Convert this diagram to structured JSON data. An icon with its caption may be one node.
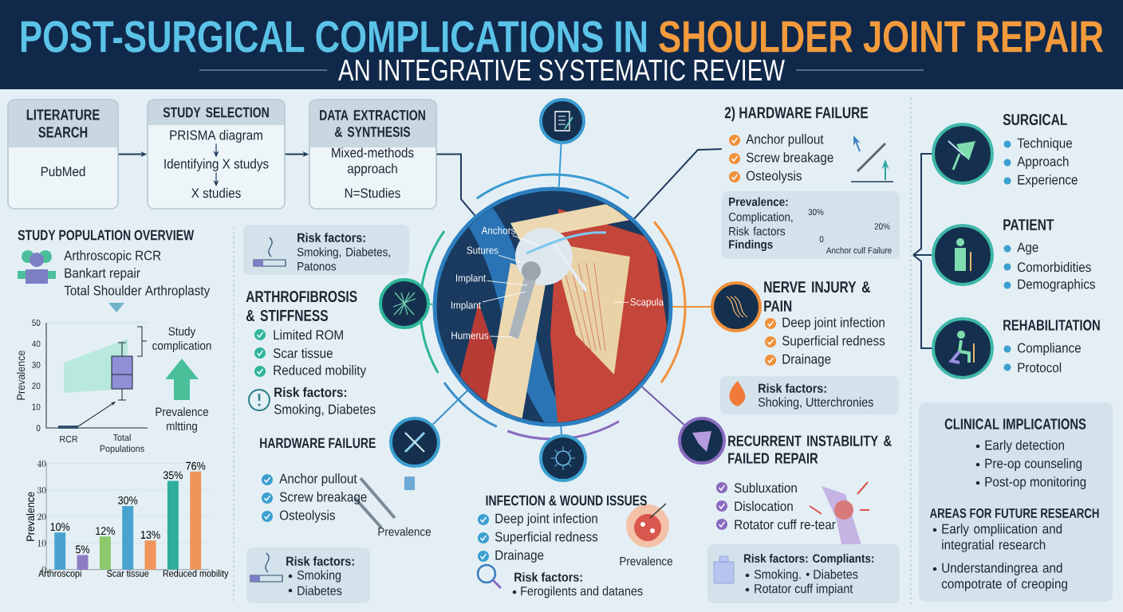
{
  "diagram": {
    "title": "POST-SURGICAL COMPLICATIONS IN",
    "nodes": [
      {
        "text": [
          "LITERATURE SEARCH",
          "PubMed"
        ]
      },
      {
        "text": [
          "STUDY SELECTION"
        ]
      },
      {
        "text": [
          "PRISMA diagram"
        ],
        "in": 1
      },
      {
        "text": [
          "Identifying X studys"
        ],
        "in": 1
      },
      {
        "text": [
          "X studies"
        ],
        "in": 1
      },
      {
        "text": [
          "DATA EXTRACTION & SYNTHESIS",
          "Mixed-methods approach",
          "N=Studies"
        ]
      },
      {
        "text": [],
        "shape": "picture"
      },
      {
        "text": [
          "Anchors"
        ],
        "in": 6
      },
      {
        "text": [
          "Sutures"
        ],
        "in": 6
      },
      {
        "text": [
          "Implant"
        ],
        "in": 6
      },
      {
        "text": [
          "Implant"
        ],
        "in": 6
      },
      {
        "text": [
          "Humerus"
        ],
        "in": 6
      },
      {
        "text": [
          "Scapula"
        ],
        "in": 6
      },
      {
        "text": [],
        "shape": "circle"
      },
      {
        "text": [],
        "shape": "circle",
        "beside": [
          "ARTHROFIBROSIS & STIFFNESS",
          "Limited ROM",
          "Scar tissue",
          "Reduced mobility",
          "Risk factors:",
          "Smoking, Diabetes"
        ]
      },
      {
        "text": [],
        "shape": "circle",
        "beside": [
          "HARDWARE FAILURE",
          "Anchor pullout",
          "Screw breakage",
          "Osteolysis"
        ]
      },
      {
        "text": [],
        "shape": "circle",
        "beside": [
          "INFECTION & WOUND ISSUES",
          "Deep joint infection",
          "Superficial redness",
          "Drainage",
          "Prevalence",
          "Risk factors:",
          "Ferogilents and datanes"
        ]
      },
      {
        "text": [],
        "shape": "circle",
        "beside": [
          "RECURRENT INSTABILITY & FAILED REPAIR",
          "Subluxation",
          "Dislocation",
          "Rotator cuff re-tear"
        ]
      },
      {
        "text": [],
        "shape": "circle",
        "beside": [
          "NERVE INJURY & PAIN",
          "Deep joint infection",
          "Superficial redness",
          "Drainage"
        ]
      },
      {
        "text": [
          "2) HARDWARE FAILURE",
          "Anchor pullout",
          "Screw breakage",
          "Osteolysis"
        ]
      },
      {
        "text": [
          "Prevalence:",
          "Complication, Risk factors",
          "Findings"
        ]
      },
      {
        "text": [
          "Risk factors:",
          "Smoking, Diabetes, Patonos"
        ]
      },
      {
        "text": [
          "Risk factors:",
          "Smoking",
          "Diabetes"
        ]
      },
      {
        "text": [
          "Risk factors:",
          "Shoking, Utterchronies"
        ]
      },
      {
        "text": [
          "Risk factors: Compliants:",
          "Smoking. • Diabetes",
          "Rotator cuff impiant"
        ]
      },
      {
        "text": [],
        "shape": "circle",
        "beside": [
          "SURGICAL",
          "Technique",
          "Approach",
          "Experience"
        ]
      },
      {
        "text": [],
        "shape": "circle",
        "beside": [
          "PATIENT",
          "Age",
          "Comorbidities",
          "Demographics"
        ]
      },
      {
        "text": [],
        "shape": "circle",
        "beside": [
          "REHABILITATION",
          "Compliance",
          "Protocol"
        ]
      },
      {
        "text": [
          "CLINICAL IMPLICATIONS",
          "Early detection",
          "Pre-op counseling",
          "Post-op monitoring",
          "AREAS FOR FUTURE RESEARCH",
          "Early ompliication and integratial research",
          "Understandingrea and compotrate of creoping"
        ]
      }
    ],
    "edges": [
      {
        "from": 0,
        "to": 1,
        "arrow": "to"
      },
      {
        "from": 1,
        "to": 5,
        "arrow": "to"
      },
      {
        "from": 2,
        "to": 3,
        "arrow": "to"
      },
      {
        "from": 3,
        "to": 4,
        "arrow": "to"
      },
      {
        "from": 5,
        "to": 6,
        "arrow": "none"
      },
      {
        "from": 13,
        "to": 6,
        "arrow": "none",
        "color": "#3a9bd1"
      },
      {
        "from": 14,
        "to": 6,
        "arrow": "none",
        "color": "#2fb59a"
      },
      {
        "from": 15,
        "to": 6,
        "arrow": "none",
        "color": "#3b8fc8"
      },
      {
        "from": 16,
        "to": 6,
        "arrow": "none",
        "color": "#3b8fc8"
      },
      {
        "from": 17,
        "to": 6,
        "arrow": "none",
        "color": "#6f5aa8"
      },
      {
        "from": 18,
        "to": 6,
        "arrow": "none",
        "color": "#f0903a"
      },
      {
        "from": 6,
        "to": 19,
        "arrow": "none"
      },
      {
        "from": 7,
        "to": null,
        "arrow": "none",
        "color": "#ffffff"
      },
      {
        "from": 8,
        "to": null,
        "arrow": "none",
        "color": "#ffffff"
      },
      {
        "from": 9,
        "to": null,
        "arrow": "none",
        "color": "#ffffff"
      },
      {
        "from": 10,
        "to": null,
        "arrow": "none",
        "color": "#ffffff"
      },
      {
        "from": 11,
        "to": null,
        "arrow": "none",
        "color": "#ffffff"
      },
      {
        "from": 12,
        "to": null,
        "arrow": "none",
        "color": "#ffffff"
      },
      {
        "from": null,
        "to": 25,
        "arrow": "none"
      },
      {
        "from": null,
        "to": 26,
        "arrow": "none"
      },
      {
        "from": null,
        "to": 27,
        "arrow": "none"
      }
    ],
    "labels": [
      "SHOULDER JOINT REPAIR",
      "AN INTEGRATIVE SYSTEMATIC REVIEW",
      "STUDY POPULATION OVERVIEW",
      "Arthroscopic RCR",
      "Bankart repair",
      "Total Shoulder Arthroplasty",
      "50",
      "40",
      "30",
      "20",
      "10",
      "0",
      "Prevalence",
      "RCR",
      "Total Populations",
      "Study complication",
      "Prevalence mltting",
      "Prevalence",
      "30%",
      "0",
      "20%",
      "Anchor culf Failure"
    ],
    "chart_data": {
      "type": "bar",
      "ylabel": "Prevalence",
      "categories": [
        "Arthroscopi",
        null,
        null,
        "Scar tissue",
        null,
        null,
        "Reduced mobility"
      ],
      "series": [
        {
          "color": "#4aa3cf",
          "values": [
            14,
            null,
            null,
            24,
            null,
            null,
            null
          ]
        },
        {
          "color": "#8e7cc3",
          "values": [
            null,
            5.5,
            null,
            null,
            null,
            null,
            null
          ]
        },
        {
          "color": "#8dc96b",
          "values": [
            null,
            null,
            12.5,
            null,
            null,
            null,
            null
          ]
        },
        {
          "color": "#f0955a",
          "values": [
            null,
            null,
            null,
            null,
            11,
            null,
            37
          ]
        },
        {
          "color": "#2fae9b",
          "values": [
            null,
            null,
            null,
            null,
            null,
            33.5,
            null
          ]
        }
      ],
      "grid": true,
      "ylim": [
        0,
        40
      ],
      "yticks": [
        0,
        10,
        20,
        30,
        40
      ],
      "value_labels": [
        "10%",
        "5%",
        "12%",
        "30%",
        "13%",
        "35%",
        "76%"
      ]
    }
  }
}
